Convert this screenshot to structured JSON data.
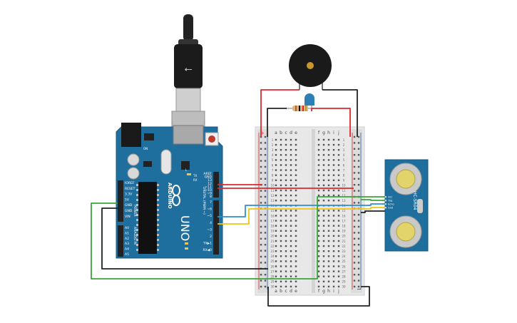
{
  "arduino": {
    "brand": "ARDUINO",
    "model": "UNO",
    "digital_label": "DIGITAL (PWM ~)",
    "power_label": "POWER",
    "analog_label": "ANALOG IN",
    "header_top": [
      "AREF",
      "GND",
      "13",
      "12",
      "~11",
      "~10",
      "~9",
      "8"
    ],
    "header_bottom": [
      "7",
      "~6",
      "~5",
      "4",
      "~3",
      "2",
      "TX▶1",
      "RX◀0"
    ],
    "power_pins": [
      "IOREF",
      "RESET",
      "3.3V",
      "5V",
      "GND",
      "GND",
      "VIN"
    ],
    "analog_pins": [
      "A0",
      "A1",
      "A2",
      "A3",
      "A4",
      "A5"
    ],
    "led_labels": [
      "L",
      "TX",
      "RX"
    ],
    "on_label": "ON"
  },
  "breadboard": {
    "cols_left": [
      "a",
      "b",
      "c",
      "d",
      "e"
    ],
    "cols_right": [
      "f",
      "g",
      "h",
      "i",
      "j"
    ],
    "row_count": 30,
    "rail_plus": "+",
    "rail_minus": "−"
  },
  "sensor": {
    "model": "HC-SR04",
    "pins": [
      "Vcc",
      "Trig",
      "Echo",
      "Gnd"
    ]
  },
  "colors": {
    "board": "#1f6f9e",
    "wire_red": "#e0262c",
    "wire_black": "#222222",
    "wire_blue": "#2d8fd6",
    "wire_yellow": "#f0c419",
    "wire_green": "#3aa43a"
  }
}
